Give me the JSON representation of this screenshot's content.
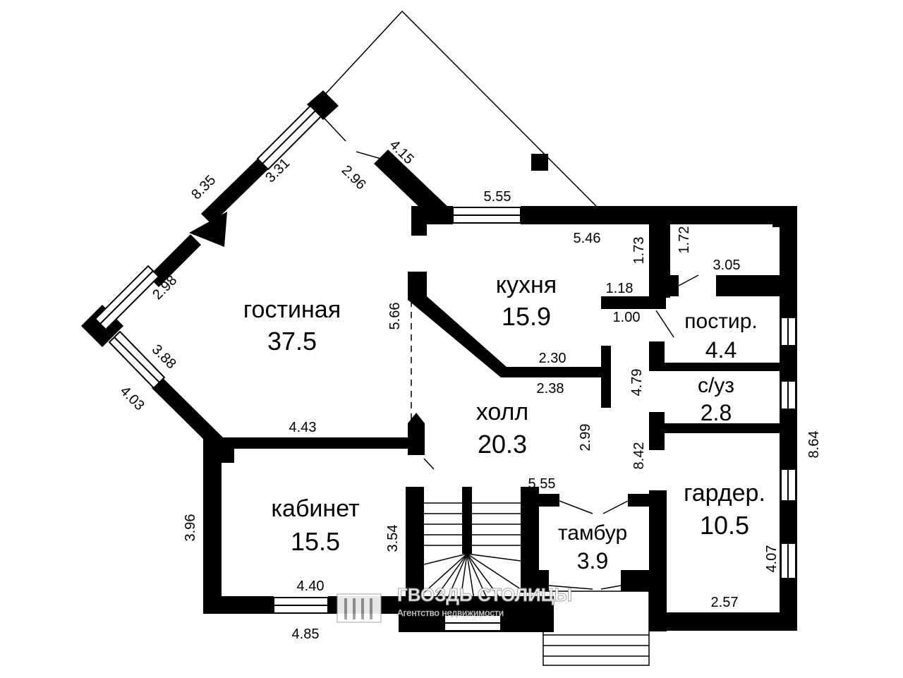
{
  "rooms": {
    "living": {
      "label": "гостиная",
      "area": "37.5"
    },
    "kitchen": {
      "label": "кухня",
      "area": "15.9"
    },
    "hall": {
      "label": "холл",
      "area": "20.3"
    },
    "study": {
      "label": "кабинет",
      "area": "15.5"
    },
    "laundry": {
      "label": "постир.",
      "area": "4.4"
    },
    "bathroom": {
      "label": "с/уз",
      "area": "2.8"
    },
    "wardrobe": {
      "label": "гардер.",
      "area": "10.5"
    },
    "vestibule": {
      "label": "тамбур",
      "area": "3.9"
    }
  },
  "dimensions": {
    "d_8_35": "8.35",
    "d_3_31": "3.31",
    "d_2_96": "2.96",
    "d_4_15": "4.15",
    "d_5_55_top": "5.55",
    "d_5_46": "5.46",
    "d_1_73": "1.73",
    "d_1_72": "1.72",
    "d_3_05": "3.05",
    "d_1_18": "1.18",
    "d_1_00": "1.00",
    "d_2_98": "2.98",
    "d_5_66": "5.66",
    "d_3_88": "3.88",
    "d_4_03": "4.03",
    "d_2_30": "2.30",
    "d_2_38": "2.38",
    "d_4_79": "4.79",
    "d_4_43": "4.43",
    "d_2_99": "2.99",
    "d_8_42": "8.42",
    "d_8_64": "8.64",
    "d_5_55_bottom": "5.55",
    "d_3_96": "3.96",
    "d_3_54": "3.54",
    "d_4_40": "4.40",
    "d_4_85": "4.85",
    "d_4_07": "4.07",
    "d_2_57": "2.57"
  },
  "watermark": {
    "title": "ГВОЗДЬ СТОЛИЦЫ",
    "subtitle": "Агентство недвижимости"
  }
}
